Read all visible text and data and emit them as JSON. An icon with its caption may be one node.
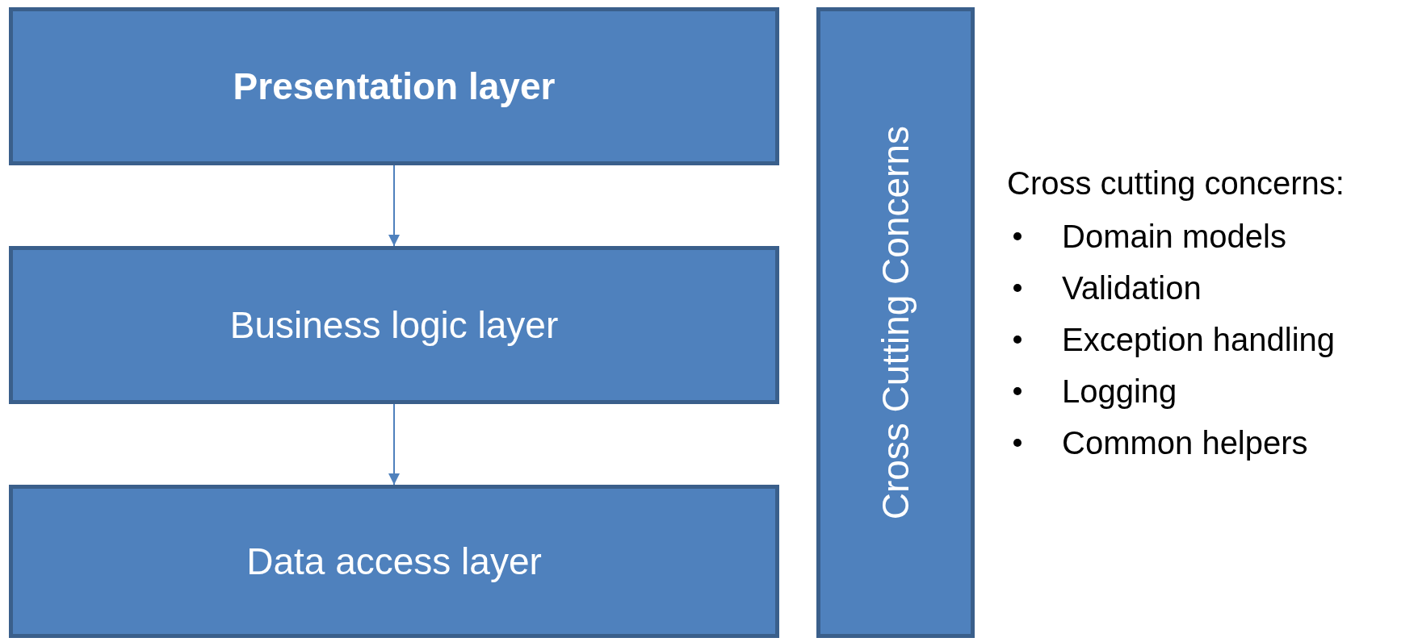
{
  "diagram": {
    "nodes": [
      {
        "text": [
          "Presentation layer"
        ]
      },
      {
        "text": [
          "Business logic layer"
        ]
      },
      {
        "text": [
          "Data access layer"
        ]
      },
      {
        "text": [
          "Cross Cutting Concerns"
        ]
      }
    ],
    "edges": [
      {
        "from": 0,
        "to": 1,
        "arrow": "to"
      },
      {
        "from": 1,
        "to": 2,
        "arrow": "to"
      }
    ],
    "labels": [
      "Cross cutting concerns:",
      "Domain models",
      "Validation",
      "Exception handling",
      "Logging",
      "Common helpers"
    ]
  }
}
